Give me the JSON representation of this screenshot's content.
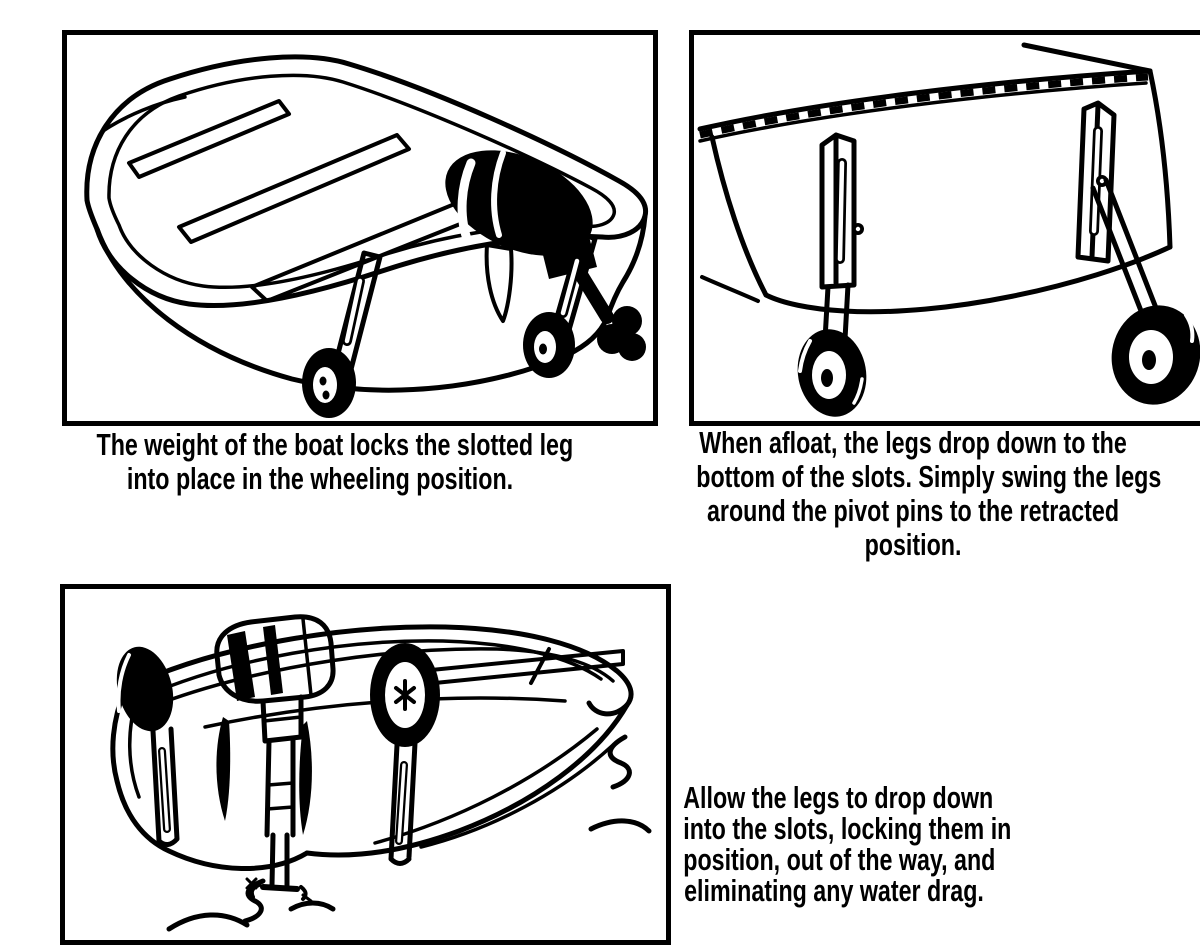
{
  "page": {
    "background_color": "#ffffff",
    "ink_color": "#000000"
  },
  "figures": [
    {
      "id": "wheeling-position",
      "illustration": "boat-on-wheels-with-outboard-motor",
      "caption_lines": [
        "The weight of the boat locks the slotted leg",
        "into place in the wheeling position."
      ]
    },
    {
      "id": "legs-down-afloat",
      "illustration": "transom-close-up-legs-dropped-and-swinging",
      "caption_lines": [
        "When afloat, the legs drop down to the",
        "bottom of the slots. Simply swing the legs",
        "around the pivot pins to the retracted",
        "position."
      ]
    },
    {
      "id": "legs-retracted",
      "illustration": "boat-afloat-wheels-retracted-up",
      "caption_lines": [
        "Allow the legs to drop down",
        "into the slots, locking them in",
        "position, out of the way, and",
        "eliminating any water drag."
      ]
    }
  ]
}
